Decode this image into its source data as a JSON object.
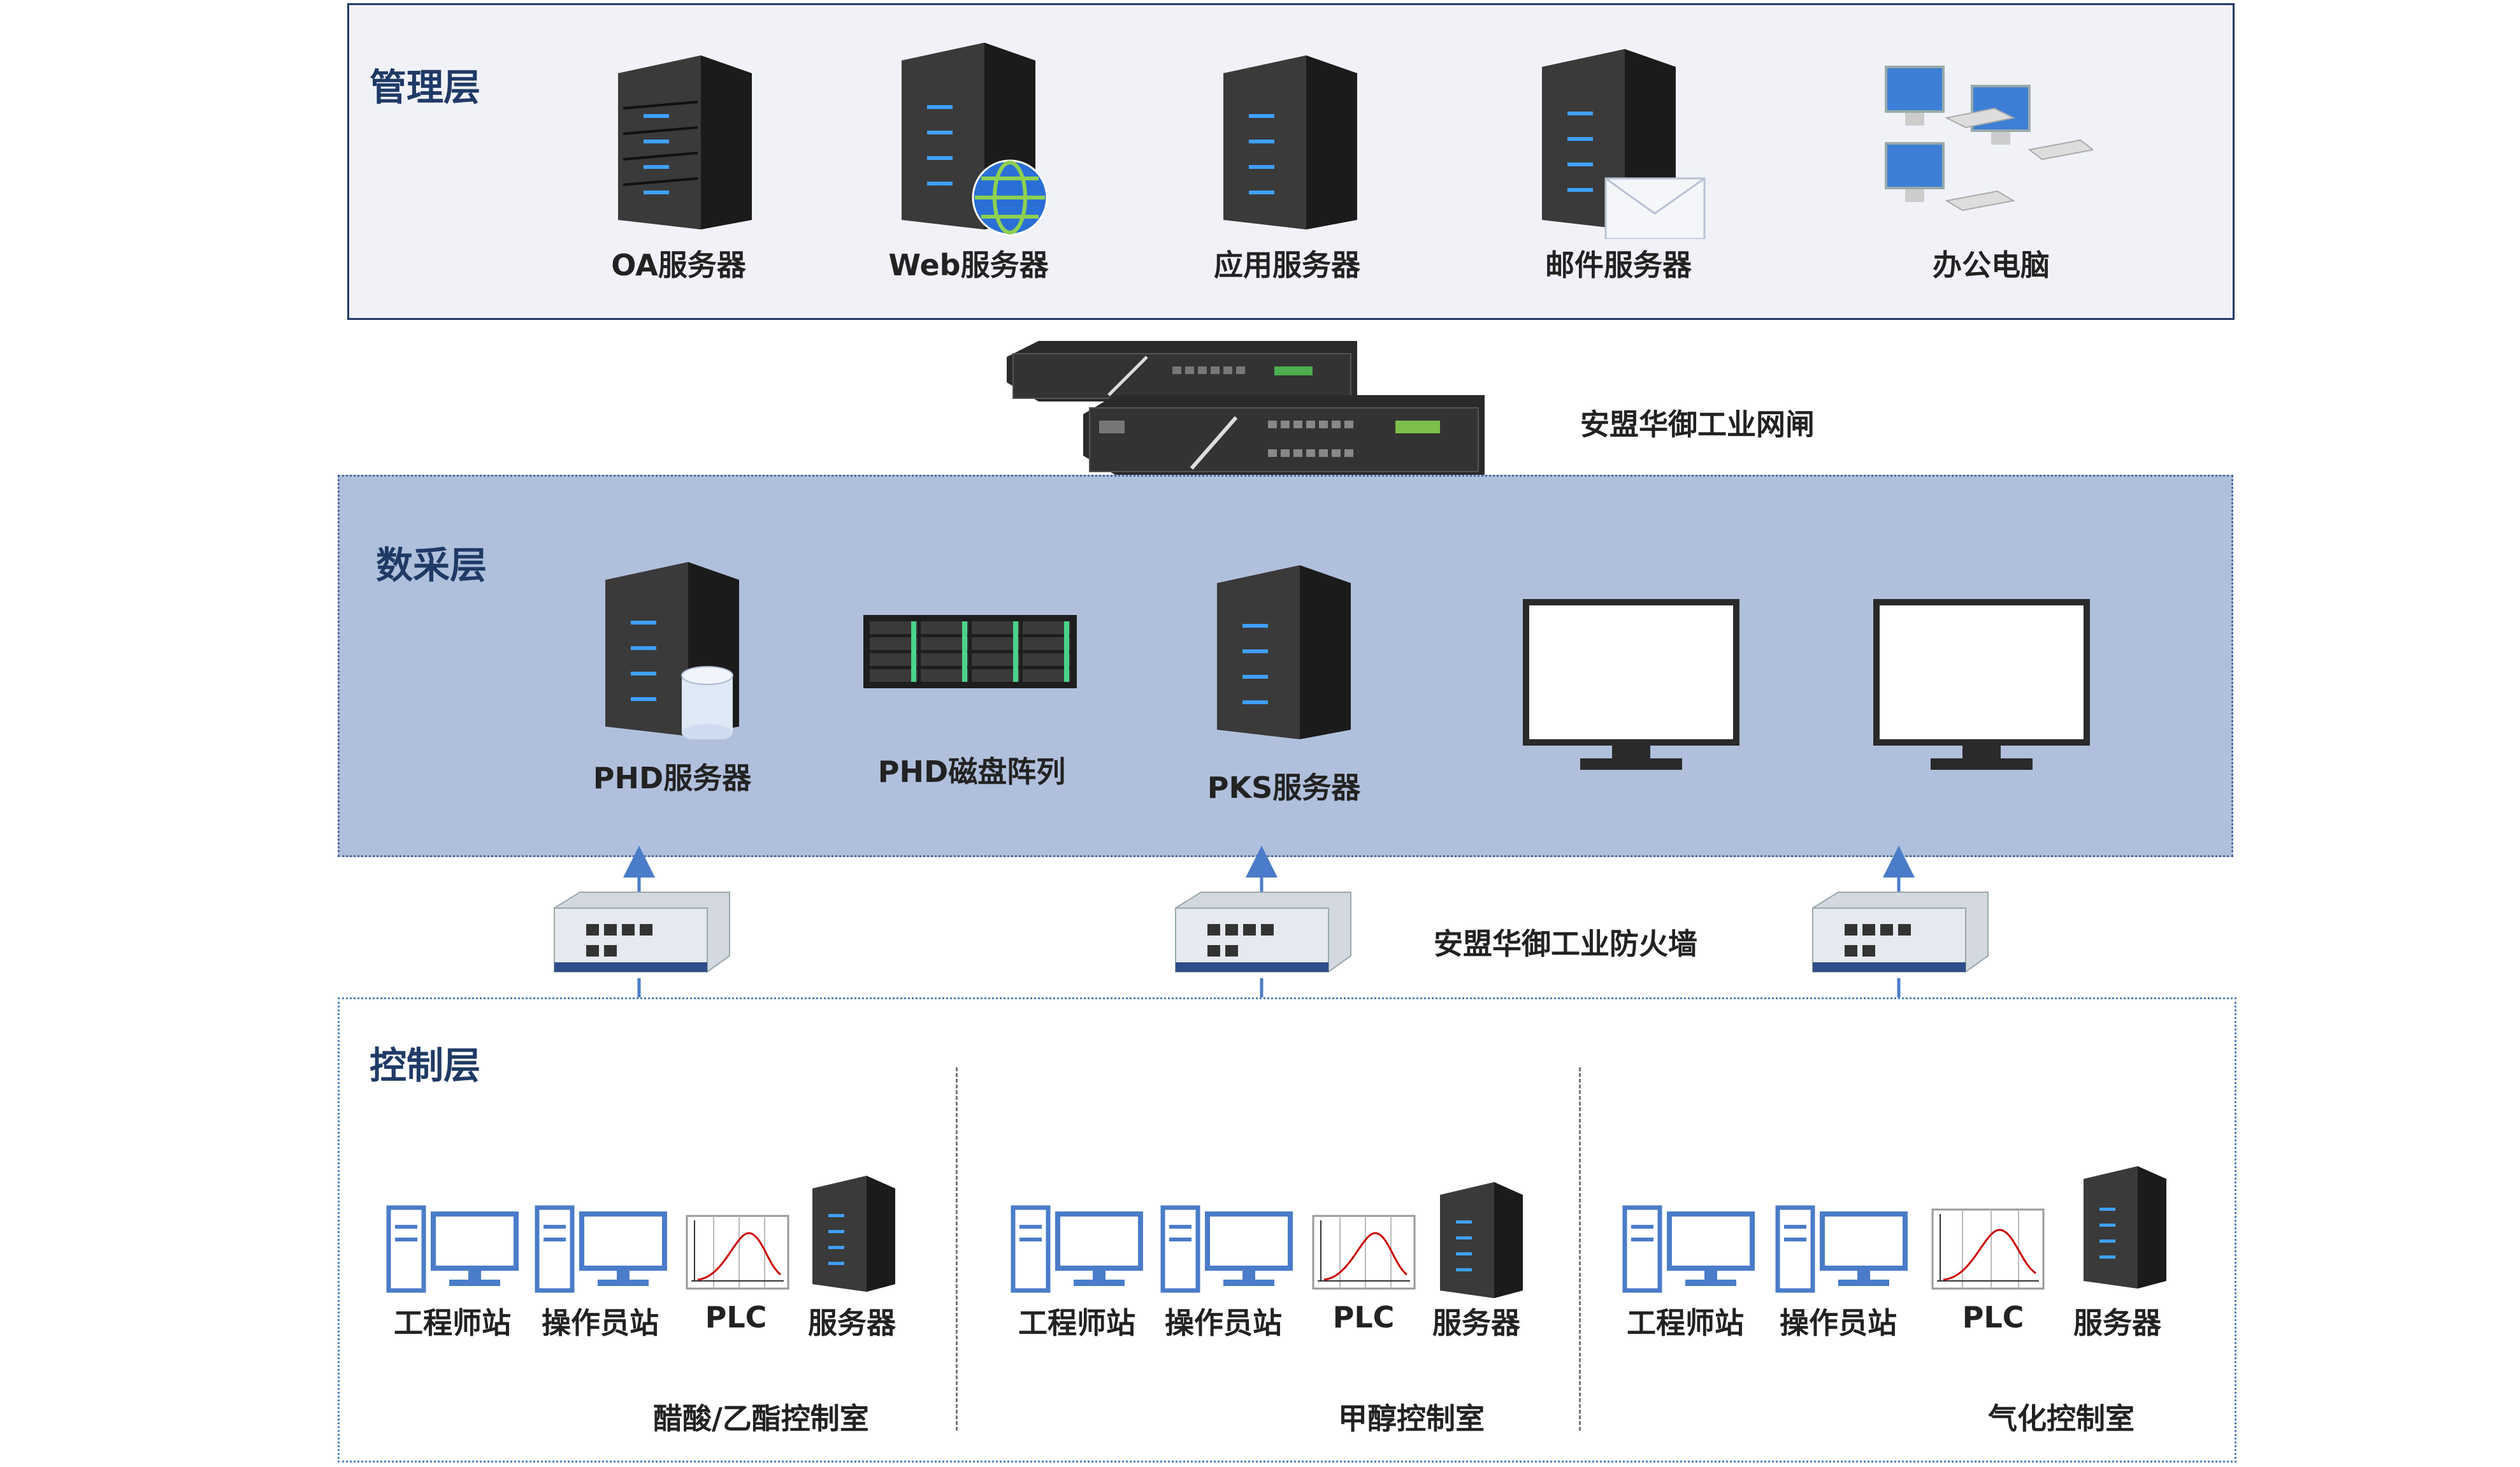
{
  "layers": {
    "management": {
      "title": "管理层",
      "items": [
        {
          "label": "OA服务器",
          "icon": "server-tower-icon"
        },
        {
          "label": "Web服务器",
          "icon": "web-server-icon"
        },
        {
          "label": "应用服务器",
          "icon": "server-tower-icon"
        },
        {
          "label": "邮件服务器",
          "icon": "mail-server-icon"
        },
        {
          "label": "办公电脑",
          "icon": "office-computers-icon"
        }
      ]
    },
    "gateway": {
      "label": "安盟华御工业网闸",
      "icon": "rack-gateway-icon"
    },
    "collection": {
      "title": "数采层",
      "items": [
        {
          "label": "PHD服务器",
          "icon": "database-server-icon"
        },
        {
          "label": "PHD磁盘阵列",
          "icon": "disk-array-icon"
        },
        {
          "label": "PKS服务器",
          "icon": "server-tower-icon"
        },
        {
          "label": "",
          "icon": "monitor-icon"
        },
        {
          "label": "",
          "icon": "monitor-icon"
        }
      ]
    },
    "firewall": {
      "label": "安盟华御工业防火墙",
      "icon": "industrial-firewall-icon"
    },
    "control": {
      "title": "控制层",
      "rooms": [
        {
          "name": "醋酸/乙酯控制室",
          "devices": [
            "工程师站",
            "操作员站",
            "PLC",
            "服务器"
          ]
        },
        {
          "name": "甲醇控制室",
          "devices": [
            "工程师站",
            "操作员站",
            "PLC",
            "服务器"
          ]
        },
        {
          "name": "气化控制室",
          "devices": [
            "工程师站",
            "操作员站",
            "PLC",
            "服务器"
          ]
        }
      ]
    }
  },
  "colors": {
    "management_bg": "#f0f2f8",
    "management_border": "#1f3a66",
    "collection_bg": "#b0c0dc",
    "control_border": "#4f81bd",
    "accent_blue": "#4a7cc9",
    "title_color": "#1f3a66"
  }
}
